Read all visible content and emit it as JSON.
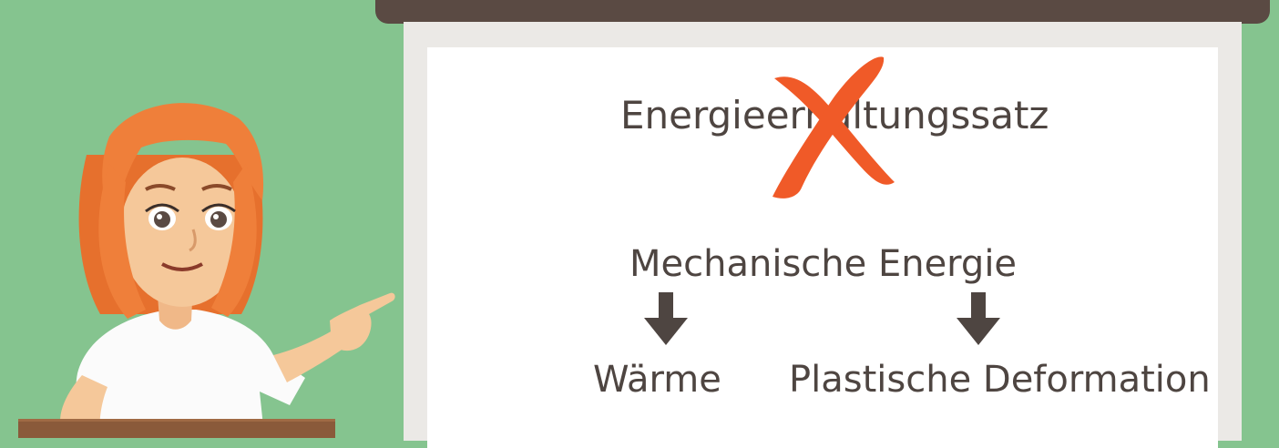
{
  "board": {
    "crossed_out_term": "Energieerhaltungssatz",
    "main_term": "Mechanische Energie",
    "result_left": "Wärme",
    "result_right": "Plastische Deformation"
  },
  "icons": {
    "cross": "cross-out-icon",
    "arrow": "down-arrow-icon",
    "character": "teacher-character"
  },
  "colors": {
    "background": "#85c48f",
    "board_text": "#4e4541",
    "cross": "#f05a28",
    "hair": "#ef7f3a"
  }
}
